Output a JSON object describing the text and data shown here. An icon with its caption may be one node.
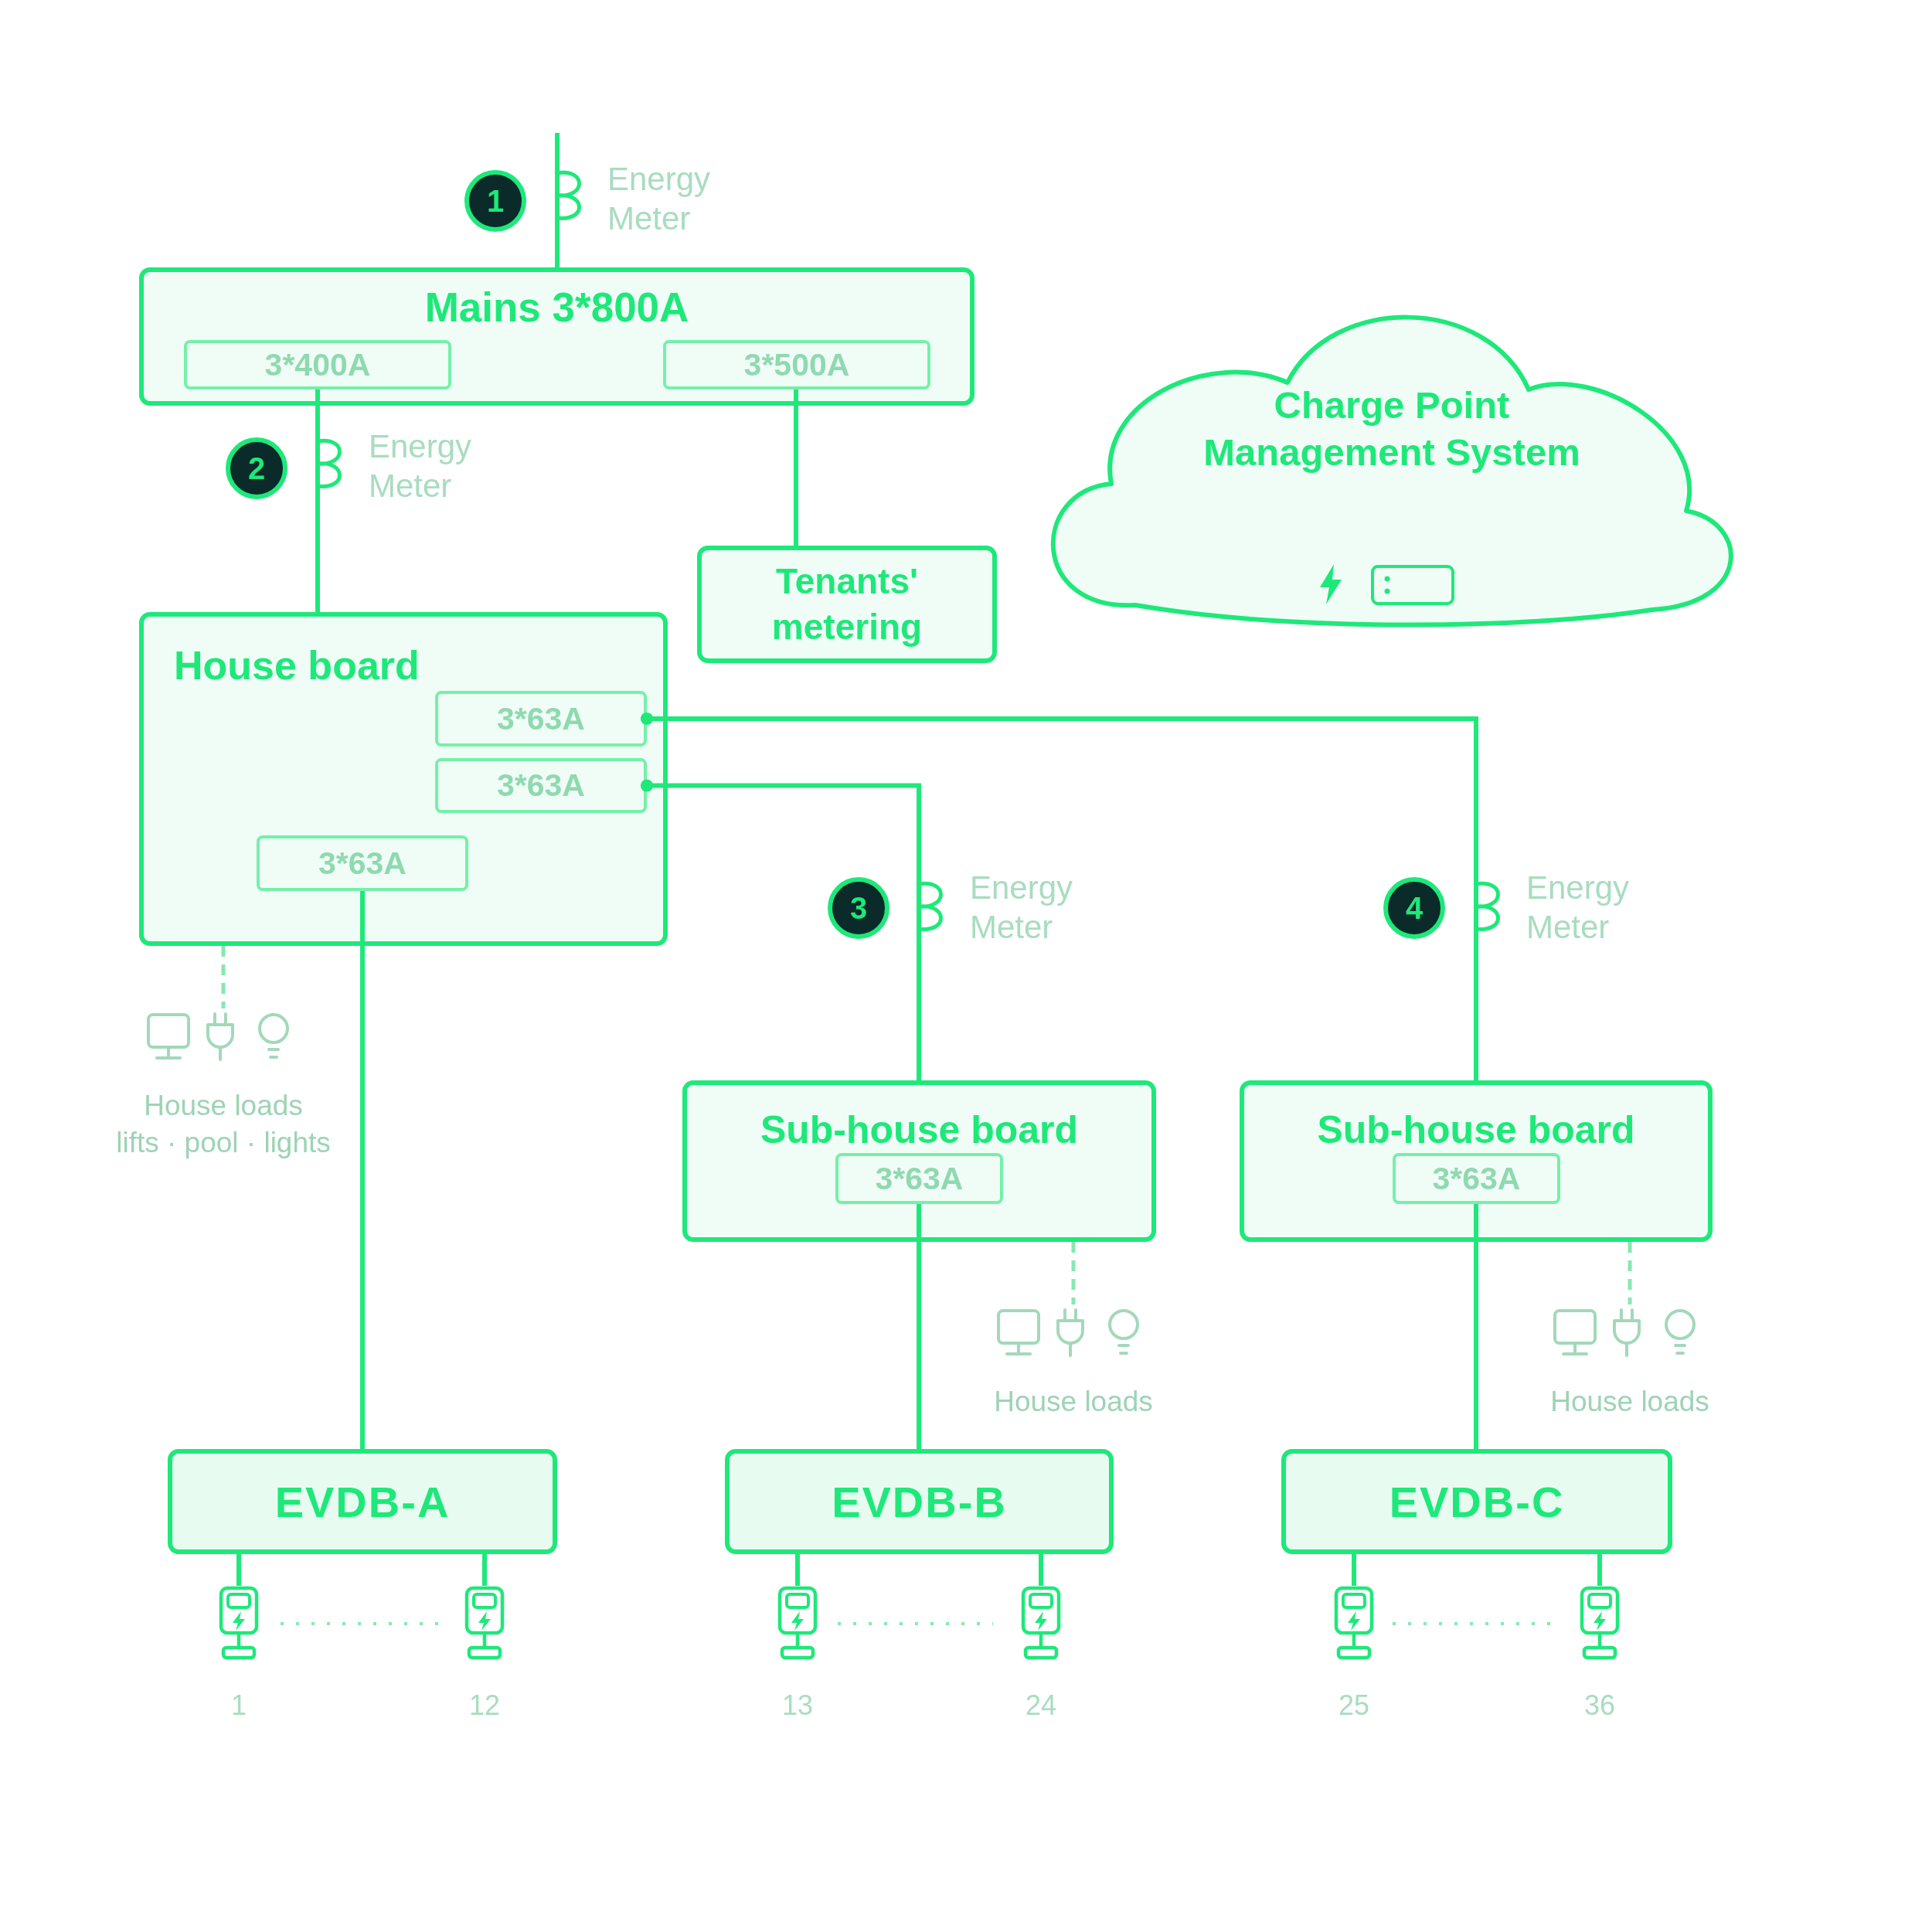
{
  "diagram": {
    "nodes": [
      {
        "text": [
          "1"
        ]
      },
      {
        "text": [
          "Mains 3*800A"
        ]
      },
      {
        "text": [
          "3*400A"
        ],
        "in": 1
      },
      {
        "text": [
          "3*500A"
        ],
        "in": 1
      },
      {
        "text": [
          "Charge Point Management System"
        ]
      },
      {
        "text": [
          "2"
        ]
      },
      {
        "text": [
          "Tenants' metering"
        ]
      },
      {
        "text": [
          "House board"
        ]
      },
      {
        "text": [
          "3*63A"
        ],
        "in": 7
      },
      {
        "text": [
          "3*63A"
        ],
        "in": 7
      },
      {
        "text": [
          "3*63A"
        ],
        "in": 7
      },
      {
        "text": [
          "3"
        ]
      },
      {
        "text": [
          "4"
        ]
      },
      {
        "text": [
          "House loads",
          "lifts · pool · lights"
        ]
      },
      {
        "text": [
          "Sub-house board"
        ]
      },
      {
        "text": [
          "3*63A"
        ],
        "in": 14
      },
      {
        "text": [
          "Sub-house board"
        ]
      },
      {
        "text": [
          "3*63A"
        ],
        "in": 16
      },
      {
        "text": [
          "House loads"
        ]
      },
      {
        "text": [
          "House loads"
        ]
      },
      {
        "text": [
          "EVDB-A"
        ]
      },
      {
        "text": [
          "EVDB-B"
        ]
      },
      {
        "text": [
          "EVDB-C"
        ]
      },
      {
        "text": [],
        "shape": "picture",
        "beside": [
          "1"
        ]
      },
      {
        "text": [],
        "shape": "picture",
        "beside": [
          "12"
        ]
      },
      {
        "text": [],
        "shape": "picture",
        "beside": [
          "13"
        ]
      },
      {
        "text": [],
        "shape": "picture",
        "beside": [
          "24"
        ]
      },
      {
        "text": [],
        "shape": "picture",
        "beside": [
          "25"
        ]
      },
      {
        "text": [],
        "shape": "picture",
        "beside": [
          "36"
        ]
      }
    ],
    "edges": [
      {
        "from": null,
        "to": 1,
        "arrow": "none",
        "label": "Energy Meter"
      },
      {
        "from": 2,
        "to": 7,
        "arrow": "none",
        "label": "Energy Meter"
      },
      {
        "from": 3,
        "to": 6,
        "arrow": "none"
      },
      {
        "from": 8,
        "to": 16,
        "arrow": "other",
        "label": "Energy Meter"
      },
      {
        "from": 9,
        "to": 14,
        "arrow": "other",
        "label": "Energy Meter"
      },
      {
        "from": 10,
        "to": 20,
        "arrow": "none"
      },
      {
        "from": 7,
        "to": 13,
        "arrow": "none",
        "style": "dashed",
        "color": "#86e8b2"
      },
      {
        "from": 15,
        "to": 21,
        "arrow": "none"
      },
      {
        "from": 14,
        "to": 18,
        "arrow": "none",
        "style": "dashed",
        "color": "#86e8b2"
      },
      {
        "from": 17,
        "to": 22,
        "arrow": "none"
      },
      {
        "from": 16,
        "to": 19,
        "arrow": "none",
        "style": "dashed",
        "color": "#86e8b2"
      },
      {
        "from": 20,
        "to": 23,
        "arrow": "none"
      },
      {
        "from": 20,
        "to": 24,
        "arrow": "none"
      },
      {
        "from": 21,
        "to": 25,
        "arrow": "none"
      },
      {
        "from": 21,
        "to": 26,
        "arrow": "none"
      },
      {
        "from": 22,
        "to": 27,
        "arrow": "none"
      },
      {
        "from": 22,
        "to": 28,
        "arrow": "none"
      }
    ]
  }
}
